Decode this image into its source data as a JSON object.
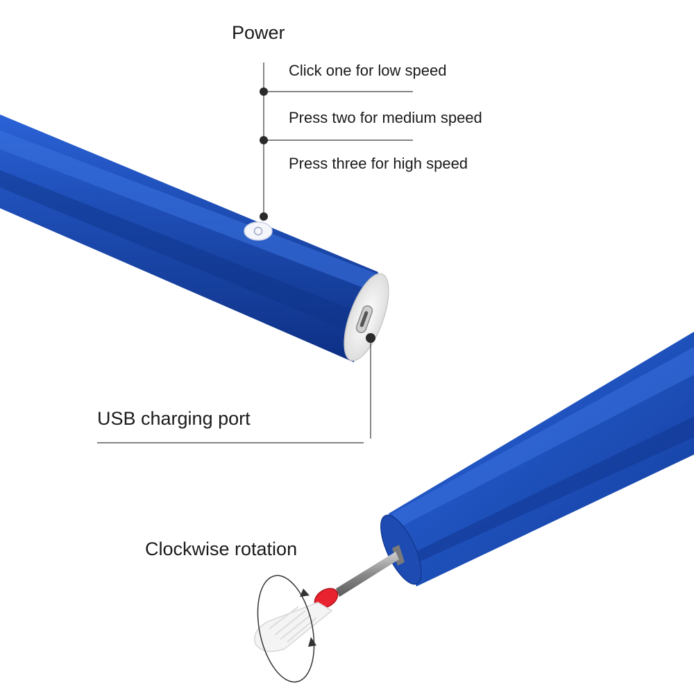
{
  "annotations": {
    "power": {
      "title": "Power"
    },
    "speeds": [
      "Click one for low speed",
      "Press two for medium speed",
      "Press three for high speed"
    ],
    "usb_port": "USB charging port",
    "rotation": "Clockwise rotation"
  },
  "colors": {
    "pen_body": "#1f4fb8",
    "pen_dark": "#0d2f85",
    "end_cap": "#e9e9e9",
    "bit_ring": "#e8232f",
    "leader_line": "#333333"
  },
  "icons": [
    "power-button-icon",
    "usb-c-port-icon",
    "rotation-arrow-icon"
  ]
}
